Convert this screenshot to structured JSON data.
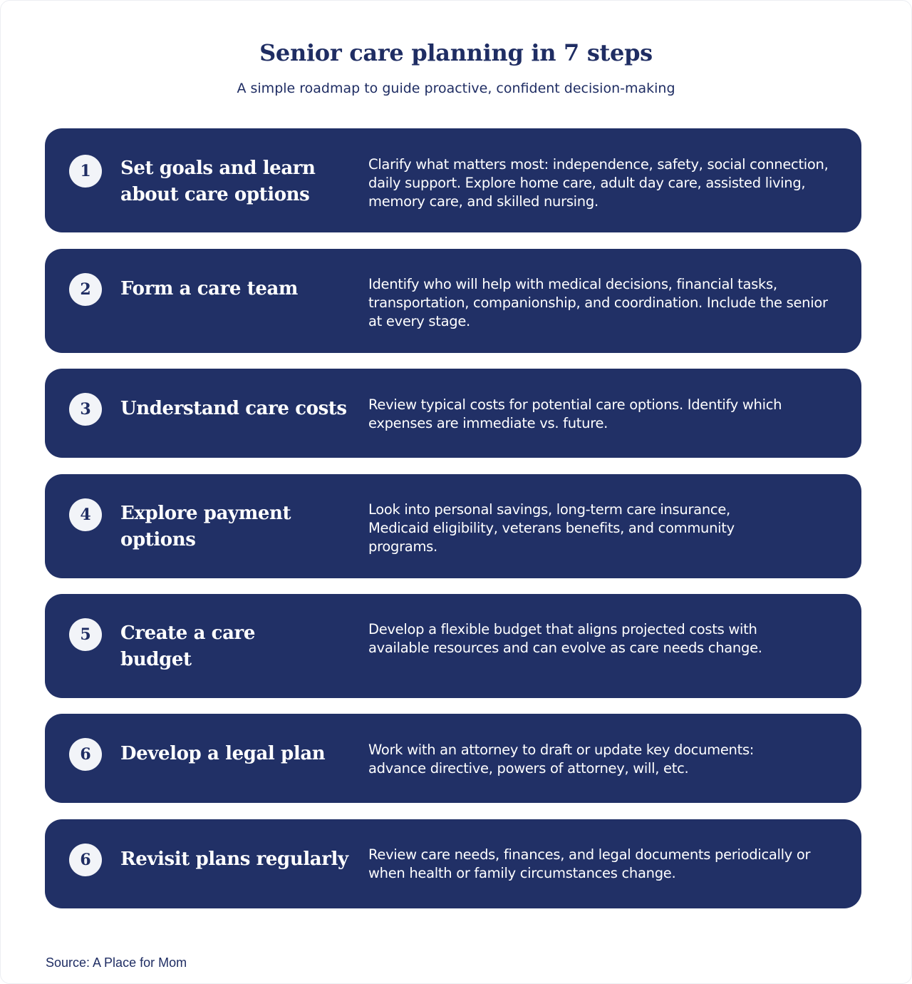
{
  "header": {
    "title": "Senior care planning in 7 steps",
    "subtitle": "A simple roadmap to guide proactive, confident decision-making"
  },
  "colors": {
    "card_background": "#213066",
    "text_primary": "#1f2d63",
    "number_circle": "#f2f4f8",
    "card_text": "#ffffff"
  },
  "steps": [
    {
      "number": "1",
      "heading": "Set goals and learn about care options",
      "description": "Clarify what matters most: independence, safety, social connection, daily support. Explore home care, adult day care, assisted living, memory care, and skilled nursing."
    },
    {
      "number": "2",
      "heading": "Form a care team",
      "description": "Identify who will help with medical decisions, financial tasks, transportation, companionship, and coordination. Include the senior at every stage."
    },
    {
      "number": "3",
      "heading": "Understand care costs",
      "description": "Review typical costs for potential care options. Identify which expenses are immediate vs. future."
    },
    {
      "number": "4",
      "heading": "Explore payment options",
      "description": "Look into personal savings, long-term care insurance, Medicaid eligibility, veterans benefits, and community programs."
    },
    {
      "number": "5",
      "heading": "Create a care budget",
      "description": "Develop a flexible budget that aligns projected costs with available resources and can evolve as care needs change."
    },
    {
      "number": "6",
      "heading": "Develop a legal plan",
      "description": "Work with an attorney to draft or update key documents: advance directive, powers of attorney, will, etc."
    },
    {
      "number": "6",
      "heading": "Revisit plans regularly",
      "description": "Review care needs, finances, and legal documents periodically or when health or family circumstances change."
    }
  ],
  "footer": {
    "source": "Source: A Place for Mom"
  }
}
